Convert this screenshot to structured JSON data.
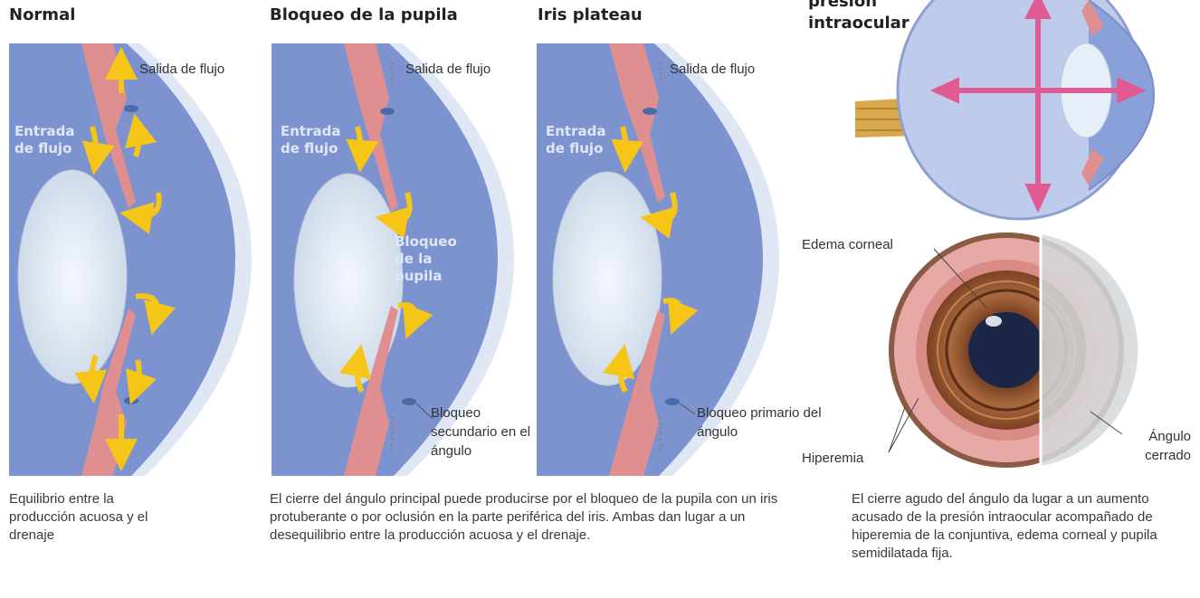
{
  "panels": {
    "normal": {
      "title": "Normal",
      "outflow_label": "Salida de flujo",
      "inflow_label": "Entrada de flujo",
      "caption": "Equilibrio entre la producción acuosa y el drenaje"
    },
    "pupil_block": {
      "title": "Bloqueo de la pupila",
      "outflow_label": "Salida de flujo",
      "inflow_label": "Entrada de flujo",
      "block_label": "Bloqueo de la pupila",
      "angle_label": "Bloqueo secundario en el ángulo"
    },
    "plateau_iris": {
      "title": "Iris plateau",
      "outflow_label": "Salida de flujo",
      "inflow_label": "Entrada de flujo",
      "angle_label": "Bloqueo primario del ángulo"
    },
    "shared_caption": "El cierre del ángulo principal puede producirse por el bloqueo de la pupila con un iris protuberante o por oclusión en la parte periférica del iris. Ambas dan lugar a un desequilibrio entre la producción acuosa y el drenaje.",
    "pressure": {
      "title_line1": "presión",
      "title_line2": "intraocular"
    },
    "acute": {
      "edema_label": "Edema corneal",
      "hyperemia_label": "Hiperemia",
      "angle_closed_label": "Ángulo cerrado",
      "caption": "El cierre agudo del ángulo da lugar a un aumento acusado de la presión intraocular acompañado de hiperemia de la conjuntiva, edema corneal y pupila semidilatada fija."
    }
  },
  "colors": {
    "chamber": "#7d93cf",
    "cornea_outer": "#dfe7f5",
    "iris": "#e08f90",
    "lens": "#e6eef7",
    "arrow": "#f5c518",
    "pressure_arrow": "#e05a94"
  }
}
